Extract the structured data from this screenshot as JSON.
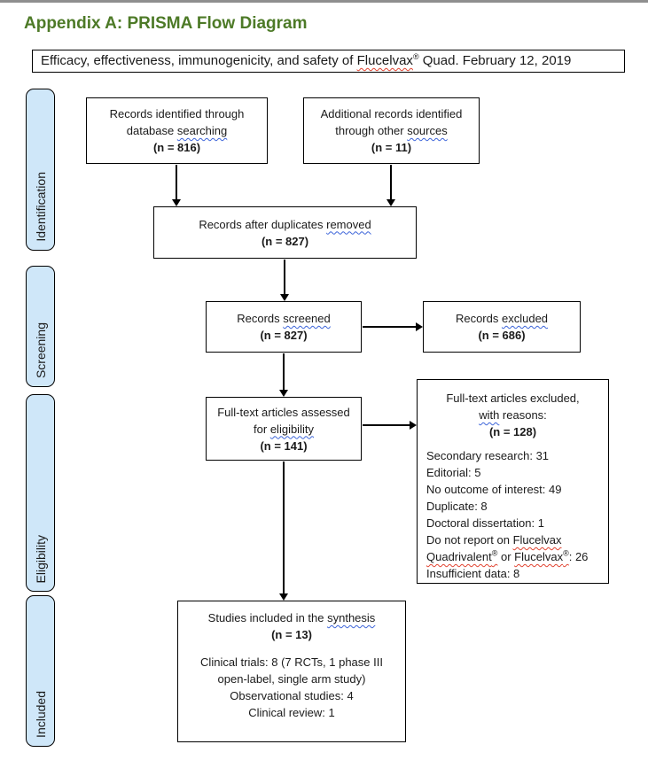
{
  "header": {
    "title": "Appendix A: PRISMA Flow Diagram",
    "subtitle_pre": "Efficacy, effectiveness, immunogenicity, and safety of ",
    "subtitle_brand": "Flucelvax",
    "subtitle_reg": "®",
    "subtitle_post": " Quad. February 12, 2019"
  },
  "stages": {
    "identification": "Identification",
    "screening": "Screening",
    "eligibility": "Eligibility",
    "included": "Included"
  },
  "flow": {
    "records_identified": {
      "line1": "Records identified through",
      "line2_pre": "database ",
      "line2_sq": "searching",
      "n": "(n = 816)"
    },
    "additional_records": {
      "line1": "Additional records identified",
      "line2_pre": "through other ",
      "line2_sq": "sources",
      "n": "(n = 11)"
    },
    "duplicates_removed": {
      "line1_pre": "Records after duplicates ",
      "line1_sq": "removed",
      "n": "(n = 827)"
    },
    "records_screened": {
      "line1_pre": "Records ",
      "line1_sq": "screened",
      "n": "(n = 827)"
    },
    "records_excluded": {
      "line1_pre": "Records ",
      "line1_sq": "excluded",
      "n": "(n = 686)"
    },
    "fulltext_assessed": {
      "line1": "Full-text articles assessed",
      "line2_pre": "for ",
      "line2_sq": "eligibility",
      "n": "(n = 141)"
    },
    "fulltext_excluded": {
      "line1": "Full-text articles excluded,",
      "line2_sq": "with",
      "line2_post": " reasons:",
      "n": "(n = 128)",
      "r0": "Secondary research: 31",
      "r1": "Editorial: 5",
      "r2": "No outcome of interest: 49",
      "r3": "Duplicate: 8",
      "r4": "Doctoral dissertation: 1",
      "r5_pre": "Do not report on ",
      "r5_sq": "Flucelvax",
      "r6_sq1": "Quadrivalent",
      "r6_reg1": "®",
      "r6_mid": " or ",
      "r6_sq2": "Flucelvax",
      "r6_reg2": "®",
      "r6_post": ": 26",
      "r7": "Insufficient data: 8"
    },
    "studies_included": {
      "line1_pre": "Studies included in the ",
      "line1_sq": "synthesis",
      "n": "(n = 13)",
      "d0": "Clinical trials: 8 (7 RCTs, 1 phase III",
      "d1": "open-label, single arm study)",
      "d2": "Observational studies: 4",
      "d3": "Clinical review: 1"
    }
  },
  "colors": {
    "accent_green": "#4d7a27",
    "stage_fill": "#cfe7f9",
    "grammar_squiggle": "#3c64d9",
    "spelling_squiggle": "#e14330",
    "top_bar": "#8f8f8f"
  }
}
